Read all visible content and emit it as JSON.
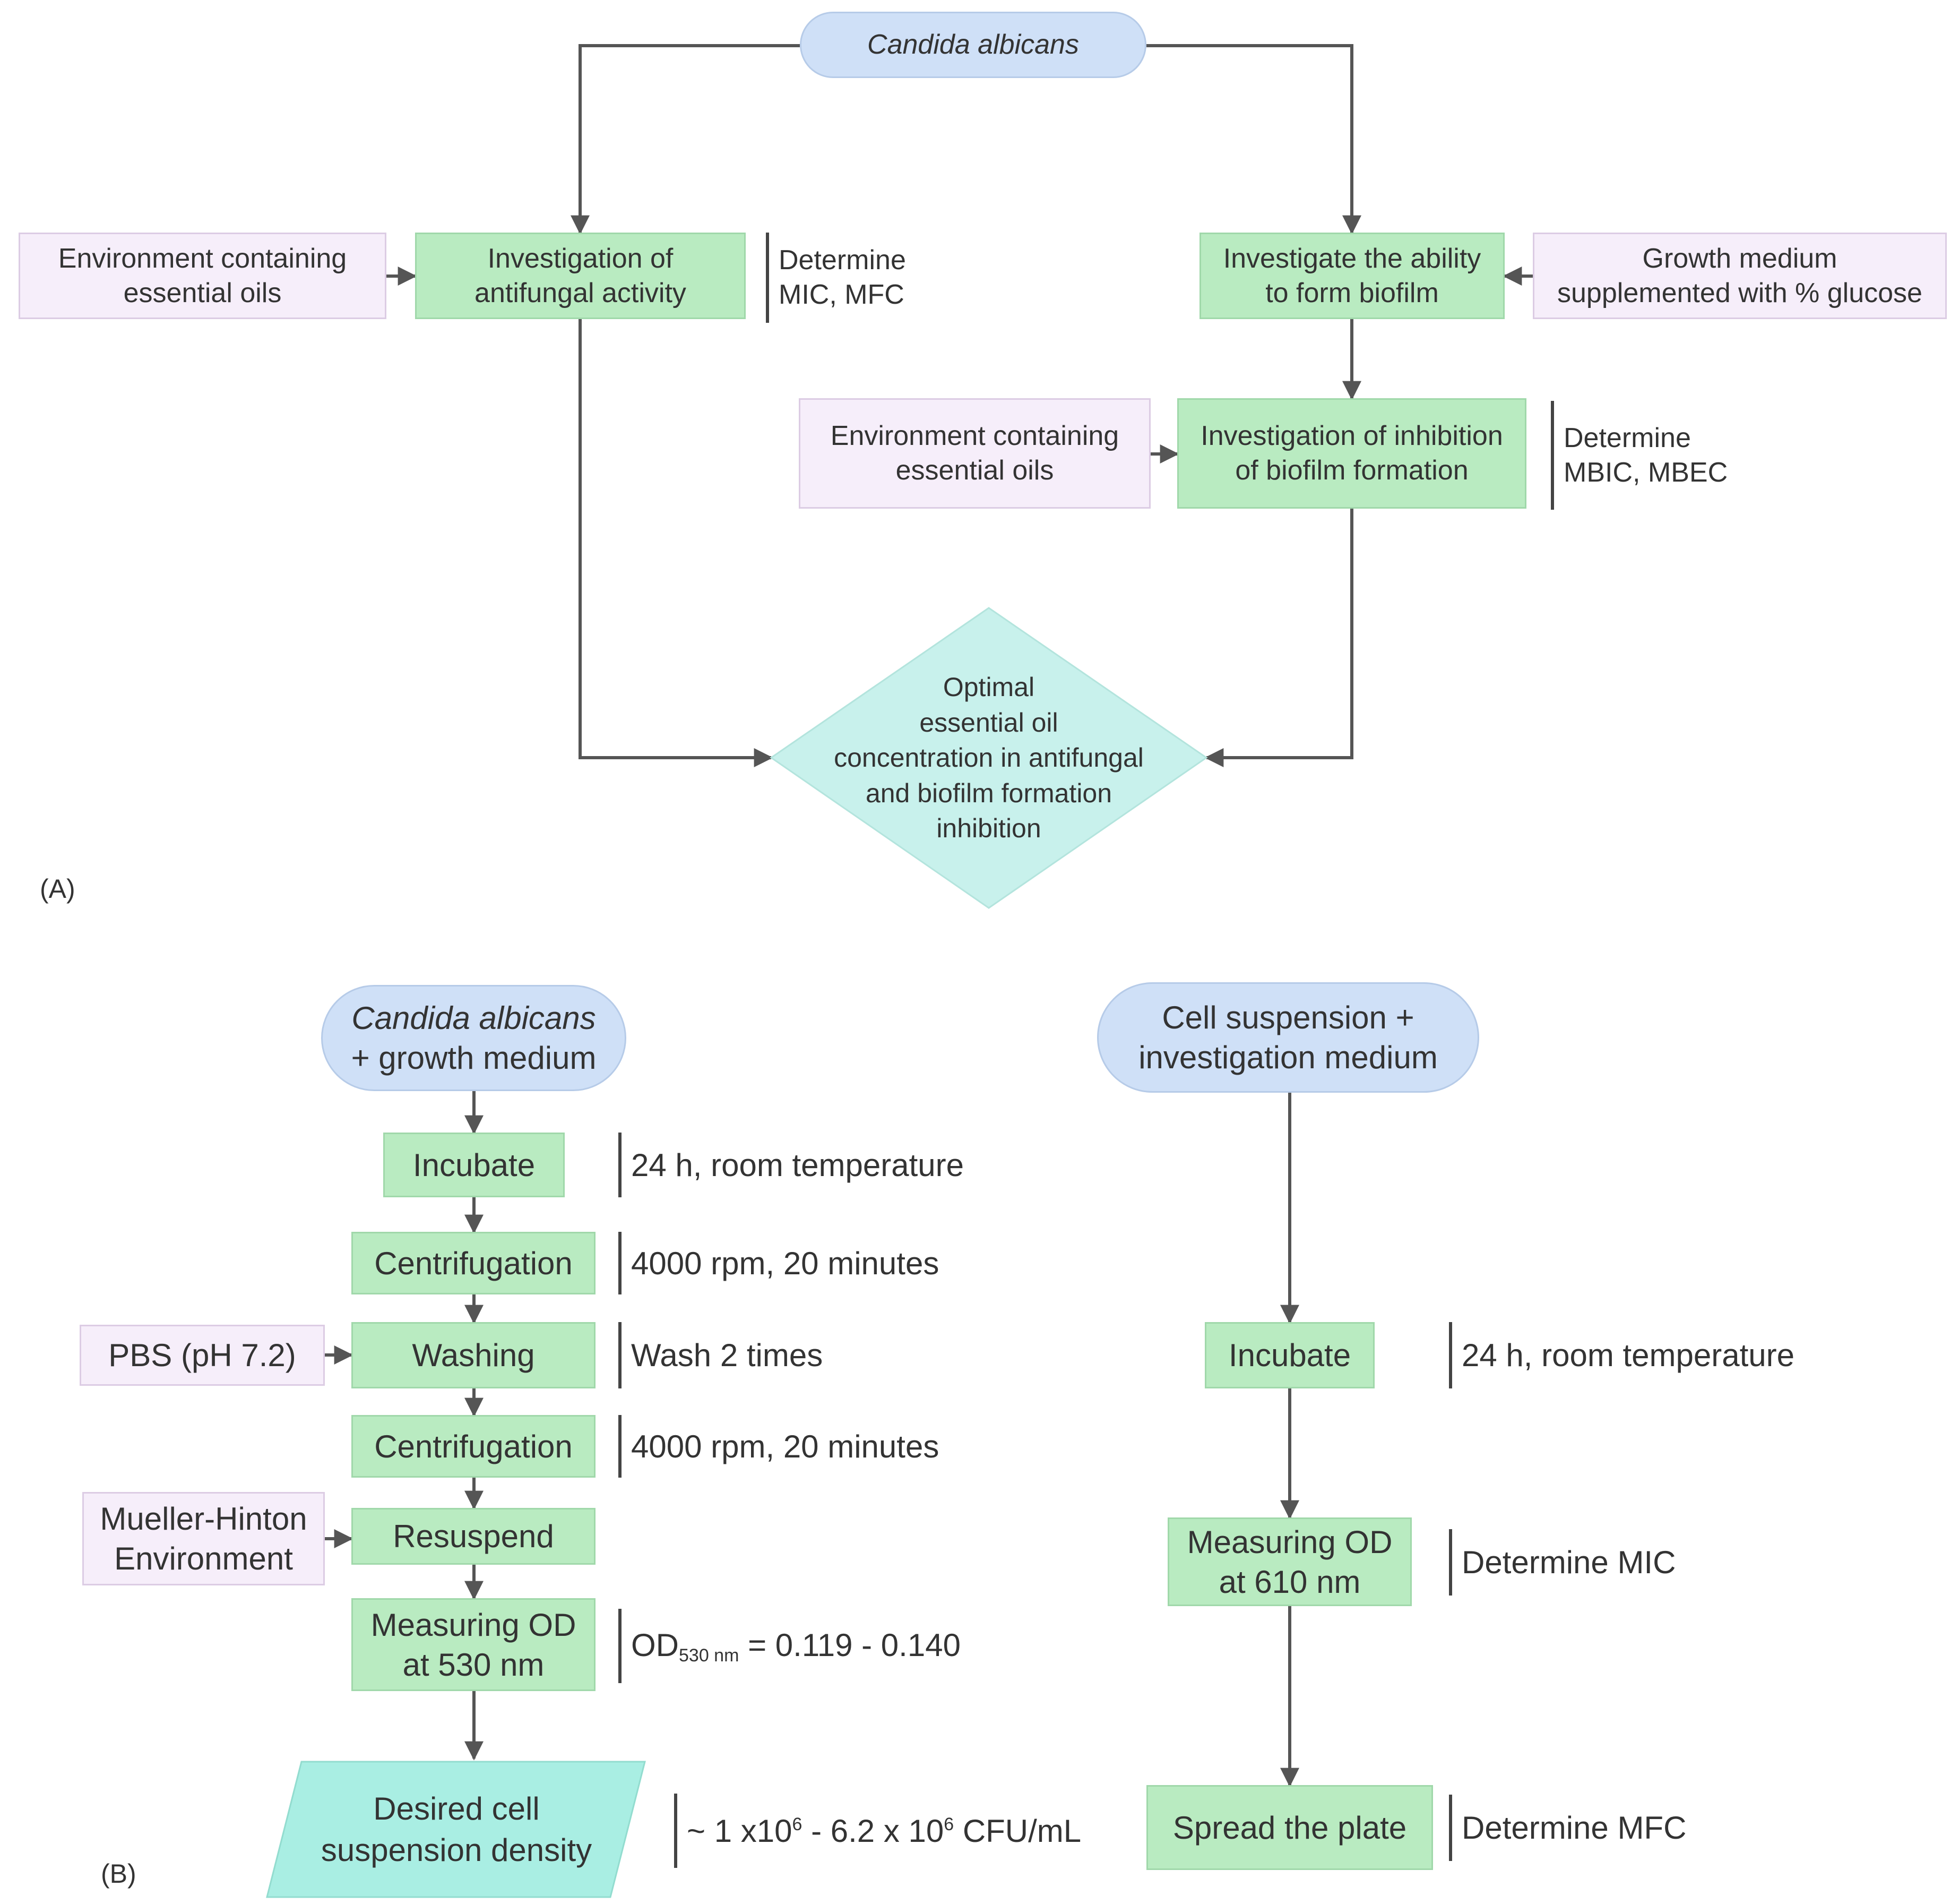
{
  "panel_a": {
    "label": "(A)",
    "start": "Candida albicans",
    "env_left": "Environment containing\nessential oils",
    "antifungal": "Investigation of\nantifungal activity",
    "note_mic": [
      "Determine",
      "MIC, MFC"
    ],
    "biofilm_ability": "Investigate the ability\nto form biofilm",
    "growth_medium": "Growth medium\nsupplemented with % glucose",
    "env_mid": "Environment containing\nessential oils",
    "inhibition": "Investigation of inhibition\nof biofilm formation",
    "note_mbic": [
      "Determine",
      "MBIC, MBEC"
    ],
    "decision": "Optimal\nessential oil\nconcentration in antifungal\nand biofilm formation\ninhibition"
  },
  "panel_b": {
    "label": "(B)",
    "left": {
      "start_italic": "Candida albicans",
      "start_rest": "+ growth medium",
      "steps": [
        "Incubate",
        "Centrifugation",
        "Washing",
        "Centrifugation",
        "Resuspend",
        "Measuring OD\nat 530 nm"
      ],
      "notes": [
        "24 h, room temperature",
        "4000 rpm, 20 minutes",
        "Wash 2 times",
        "4000 rpm, 20 minutes"
      ],
      "od_note": {
        "prefix": "OD",
        "sub": "530 nm",
        "suffix": " = 0.119 - 0.140"
      },
      "pbs": "PBS (pH 7.2)",
      "mueller": "Mueller-Hinton\nEnvironment",
      "output": "Desired cell\nsuspension density",
      "density_note": {
        "a": "~ 1 x10",
        "a_sup": "6",
        "b": " - 6.2 x 10",
        "b_sup": "6",
        "c": " CFU/mL"
      }
    },
    "right": {
      "start": "Cell suspension +\ninvestigation medium",
      "steps": [
        "Incubate",
        "Measuring OD\nat 610 nm",
        "Spread the plate"
      ],
      "notes": [
        "24 h, room temperature",
        "Determine MIC",
        "Determine MFC"
      ]
    }
  },
  "colors": {
    "process_fill": "#b9ebc1",
    "input_fill": "#f6eefa",
    "terminal_fill": "#cfe0f7",
    "decision_fill": "#c8f1ec",
    "output_fill": "#a9eee3",
    "line": "#555555"
  }
}
